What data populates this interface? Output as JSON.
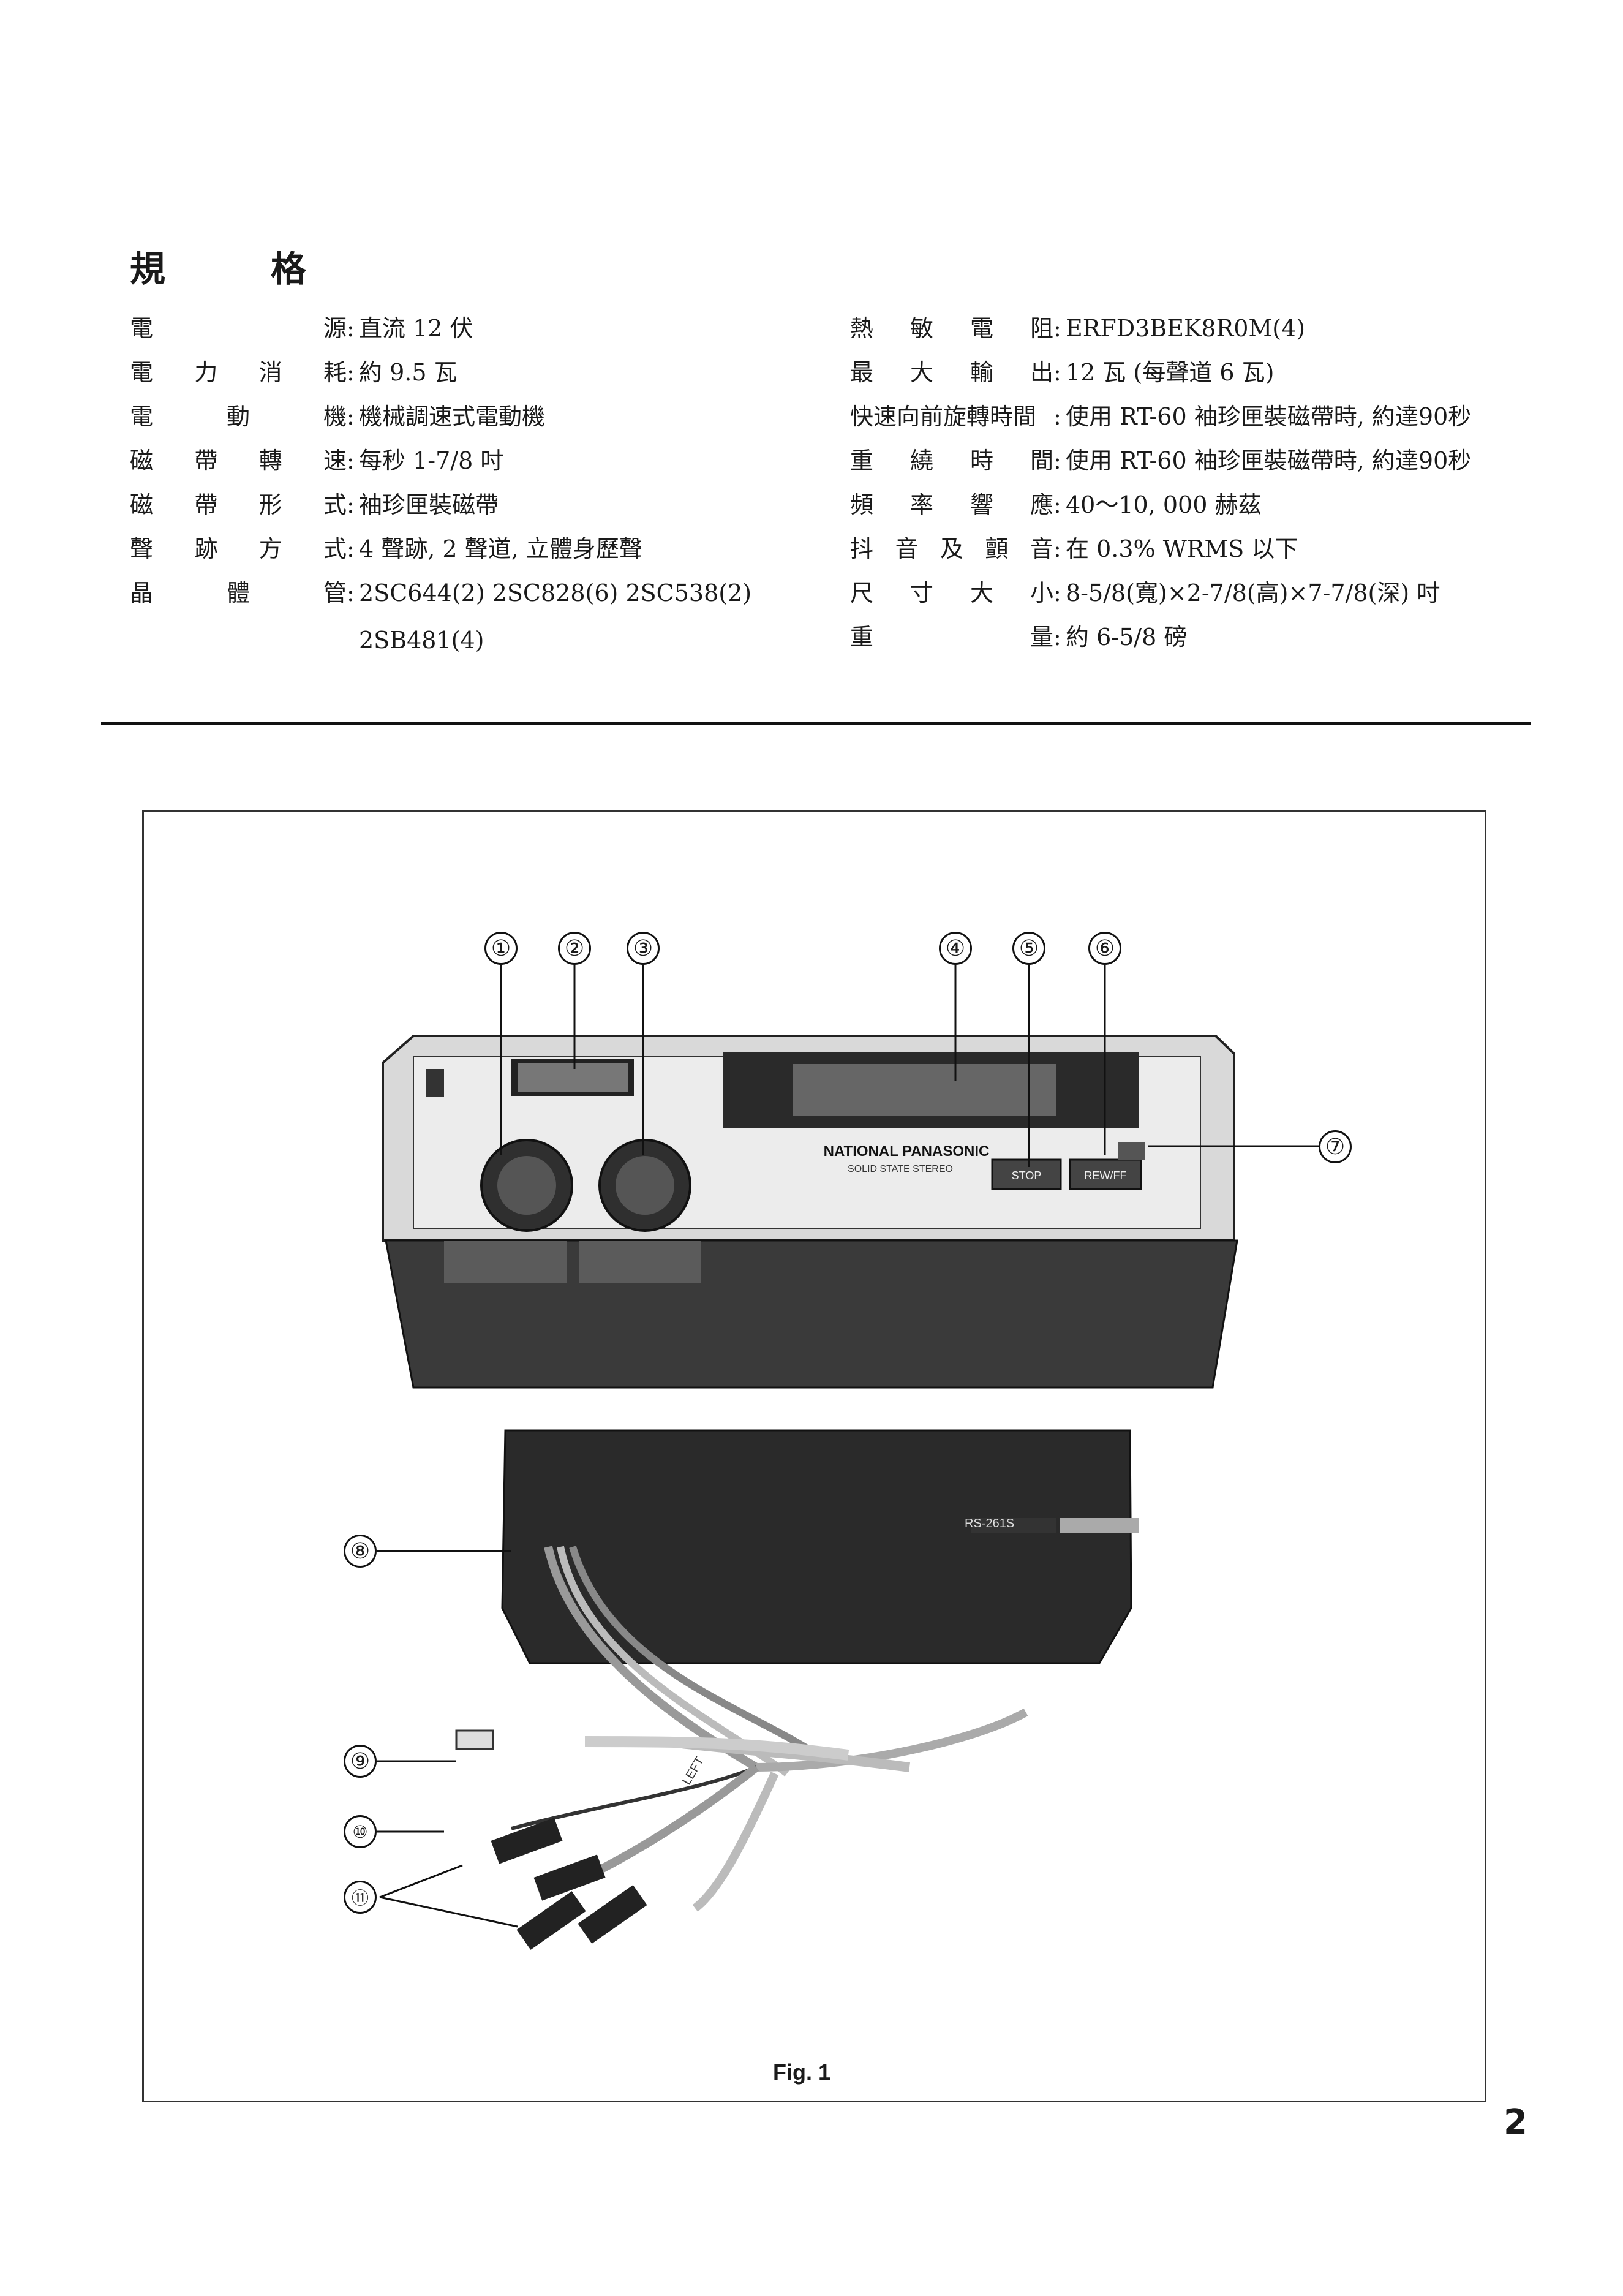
{
  "title": [
    "規",
    "格"
  ],
  "specs_left": [
    {
      "label": [
        "電",
        "源"
      ],
      "value": "直流 12 伏"
    },
    {
      "label": [
        "電",
        "力",
        "消",
        "耗"
      ],
      "value": "約 9.5 瓦"
    },
    {
      "label": [
        "電",
        "動",
        "機"
      ],
      "value": "機械調速式電動機"
    },
    {
      "label": [
        "磁",
        "帶",
        "轉",
        "速"
      ],
      "value": "每秒 1-7/8 吋"
    },
    {
      "label": [
        "磁",
        "帶",
        "形",
        "式"
      ],
      "value": "袖珍匣裝磁帶"
    },
    {
      "label": [
        "聲",
        "跡",
        "方",
        "式"
      ],
      "value": "4 聲跡, 2 聲道, 立體身歷聲"
    },
    {
      "label": [
        "晶",
        "體",
        "管"
      ],
      "value": "2SC644(2)   2SC828(6)   2SC538(2)",
      "value2": "2SB481(4)"
    }
  ],
  "specs_right": [
    {
      "label": [
        "熱",
        "敏",
        "電",
        "阻"
      ],
      "value": "ERFD3BEK8R0M(4)"
    },
    {
      "label": [
        "最",
        "大",
        "輸",
        "出"
      ],
      "value": "12 瓦 (每聲道 6 瓦)"
    },
    {
      "label": [
        "快速向前旋轉時間"
      ],
      "value": "使用 RT-60 袖珍匣裝磁帶時, 約達90秒"
    },
    {
      "label": [
        "重",
        "繞",
        "時",
        "間"
      ],
      "value": "使用 RT-60 袖珍匣裝磁帶時, 約達90秒"
    },
    {
      "label": [
        "頻",
        "率",
        "響",
        "應"
      ],
      "value": "40～10, 000 赫茲"
    },
    {
      "label": [
        "抖",
        "音",
        "及",
        "顫",
        "音"
      ],
      "value": "在 0.3% WRMS 以下"
    },
    {
      "label": [
        "尺",
        "寸",
        "大",
        "小"
      ],
      "value": "8-5/8(寬)×2-7/8(高)×7-7/8(深) 吋"
    },
    {
      "label": [
        "重",
        "量"
      ],
      "value": "約 6-5/8 磅"
    }
  ],
  "figure": {
    "caption": "Fig. 1",
    "callouts": [
      "①",
      "②",
      "③",
      "④",
      "⑤",
      "⑥",
      "⑦",
      "⑧",
      "⑨",
      "⑩",
      "⑪"
    ],
    "device_brand": "NATIONAL PANASONIC",
    "device_subbrand": "SOLID STATE STEREO",
    "button_stop": "STOP",
    "button_rew_ff": "REW/FF",
    "model_label": "RS-261S",
    "cable_label": "LEFT"
  },
  "page_number": "2"
}
